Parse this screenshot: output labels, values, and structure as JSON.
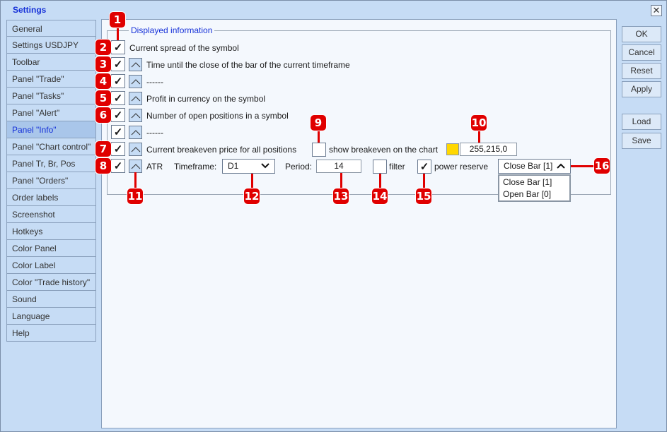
{
  "window": {
    "title": "Settings",
    "close": "✕"
  },
  "sidebar": {
    "items": [
      "General",
      "Settings USDJPY",
      "Toolbar",
      "Panel \"Trade\"",
      "Panel \"Tasks\"",
      "Panel \"Alert\"",
      "Panel \"Info\"",
      "Panel \"Chart control\"",
      "Panel Tr, Br, Pos",
      "Panel \"Orders\"",
      "Order labels",
      "Screenshot",
      "Hotkeys",
      "Color Panel",
      "Color Label",
      "Color \"Trade history\"",
      "Sound",
      "Language",
      "Help"
    ],
    "active": "Panel \"Info\""
  },
  "buttons": {
    "ok": "OK",
    "cancel": "Cancel",
    "reset": "Reset",
    "apply": "Apply",
    "load": "Load",
    "save": "Save"
  },
  "group": {
    "legend": "Displayed information",
    "rows": [
      {
        "label": "Current spread of the symbol",
        "checked": true
      },
      {
        "label": "Time until the close of the bar of the current timeframe",
        "checked": true
      },
      {
        "label": "------",
        "checked": true
      },
      {
        "label": "Profit in currency on the symbol",
        "checked": true
      },
      {
        "label": "Number of open positions in a symbol",
        "checked": true
      },
      {
        "label": "------",
        "checked": true
      },
      {
        "label": "Current breakeven price for all positions",
        "checked": true
      },
      {
        "label": "ATR",
        "checked": true
      }
    ],
    "breakeven": {
      "label": "show breakeven on the chart",
      "checked": false,
      "color": "#FFD700",
      "color_value": "255,215,0"
    },
    "atr": {
      "timeframe_label": "Timeframe:",
      "timeframe": "D1",
      "period_label": "Period:",
      "period": "14",
      "filter_label": "filter",
      "filter_checked": false,
      "power_label": "power reserve",
      "power_checked": true,
      "bar_mode": "Close Bar [1]",
      "bar_options": [
        "Close Bar [1]",
        "Open Bar [0]"
      ]
    }
  },
  "check": "✓",
  "callouts": [
    "1",
    "2",
    "3",
    "4",
    "5",
    "6",
    "7",
    "8",
    "9",
    "10",
    "11",
    "12",
    "13",
    "14",
    "15",
    "16"
  ]
}
